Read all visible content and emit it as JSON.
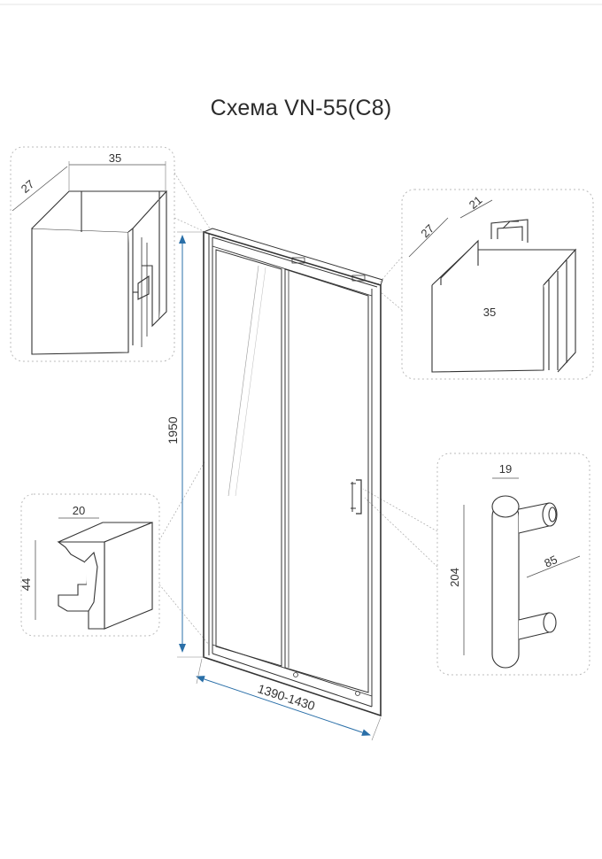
{
  "title": "Схема VN-55(С8)",
  "dimensions": {
    "height": "1950",
    "width": "1390-1430",
    "profile_a_width": "35",
    "profile_a_depth": "27",
    "profile_b_width": "35",
    "profile_b_depth": "27",
    "profile_b_top": "21",
    "profile_c_width": "20",
    "profile_c_height": "44",
    "handle_diameter": "19",
    "handle_length": "204",
    "handle_offset": "85"
  },
  "colors": {
    "line": "#3a3a3a",
    "accent": "#2a6fa8",
    "guide": "#9a9a9a"
  }
}
